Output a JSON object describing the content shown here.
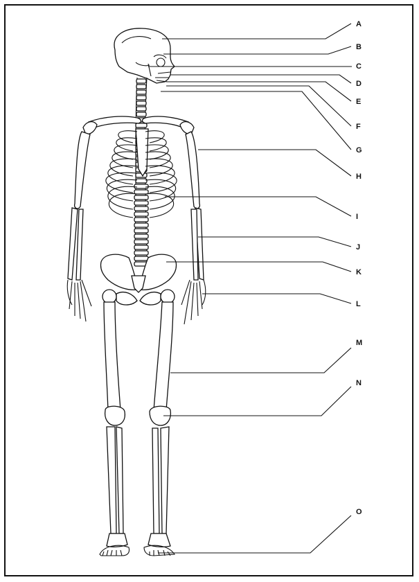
{
  "labels": [
    {
      "key": "A",
      "text": "A"
    },
    {
      "key": "B",
      "text": "B"
    },
    {
      "key": "C",
      "text": "C"
    },
    {
      "key": "D",
      "text": "D"
    },
    {
      "key": "E",
      "text": "E"
    },
    {
      "key": "F",
      "text": "F"
    },
    {
      "key": "G",
      "text": "G"
    },
    {
      "key": "H",
      "text": "H"
    },
    {
      "key": "I",
      "text": "I"
    },
    {
      "key": "J",
      "text": "J"
    },
    {
      "key": "K",
      "text": "K"
    },
    {
      "key": "L",
      "text": "L"
    },
    {
      "key": "M",
      "text": "M"
    },
    {
      "key": "N",
      "text": "N"
    },
    {
      "key": "O",
      "text": "O"
    }
  ]
}
